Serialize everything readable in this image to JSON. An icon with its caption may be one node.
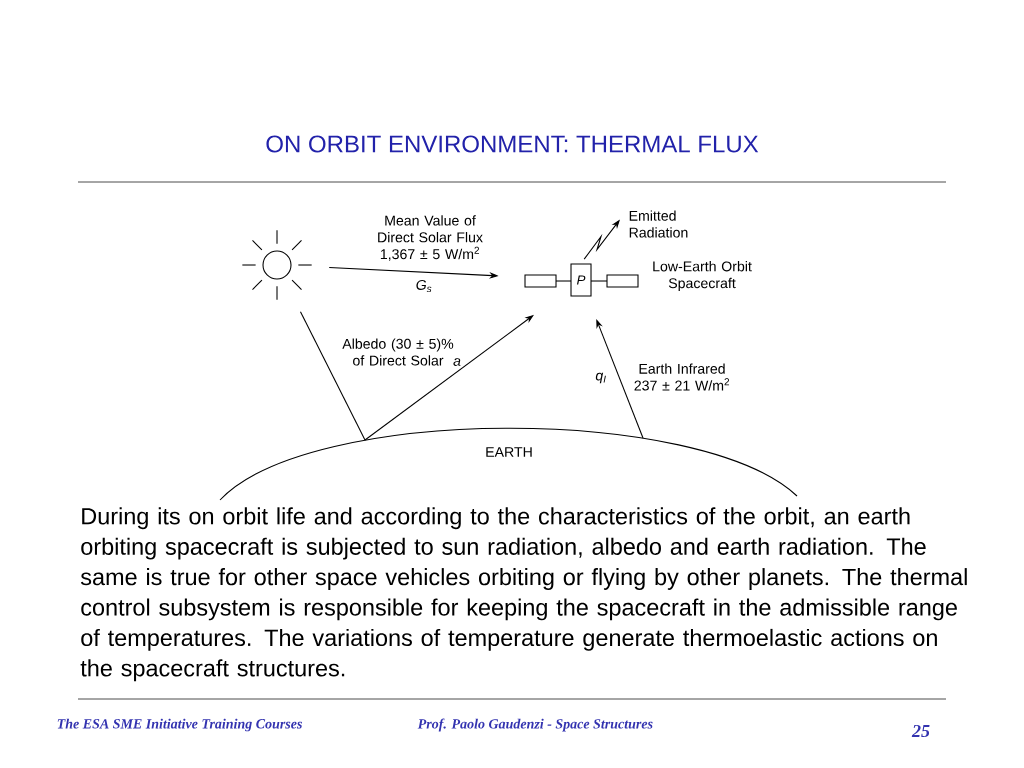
{
  "diagram": {
    "title": "ON ORBIT ENVIRONMENT: THERMAL FLUX",
    "nodes": [
      {
        "text": [],
        "shape": "sun"
      },
      {
        "text": [
          "P"
        ],
        "beside": [
          "Low-Earth Orbit Spacecraft"
        ]
      },
      {
        "text": [
          "EARTH"
        ]
      }
    ],
    "edges": [
      {
        "from": 0,
        "to": 1,
        "arrow": "to",
        "label": "Mean Value of Direct Solar Flux 1,367 ± 5 W/m$^{2}$"
      },
      {
        "from": 0,
        "to": 2,
        "arrow": "none",
        "label": "Albedo (30 ± 5)% of Direct Solar"
      },
      {
        "from": 2,
        "to": 1,
        "arrow": "to",
        "label": "a"
      },
      {
        "from": 2,
        "to": 1,
        "arrow": "to",
        "label": "q$_{I}$"
      },
      {
        "from": 1,
        "to": null,
        "arrow": "to",
        "label": "Emitted Radiation"
      }
    ],
    "labels": [
      "G$_{s}$",
      "Earth Infrared 237 ± 21 W/m$^{2}$",
      "During its on orbit life and according to the characteristics of the orbit, an earth orbiting spacecraft is subjected to sun radiation, albedo and earth radiation. The same is true for other space vehicles orbiting or flying by other planets. The thermal control subsystem is responsible for keeping the spacecraft in the admissible range of temperatures. The  variations of temperature generate thermoelastic actions on the spacecraft structures.",
      "The ESA SME Initiative Training Courses",
      "Prof. Paolo Gaudenzi  -  Space Structures",
      "25"
    ]
  }
}
